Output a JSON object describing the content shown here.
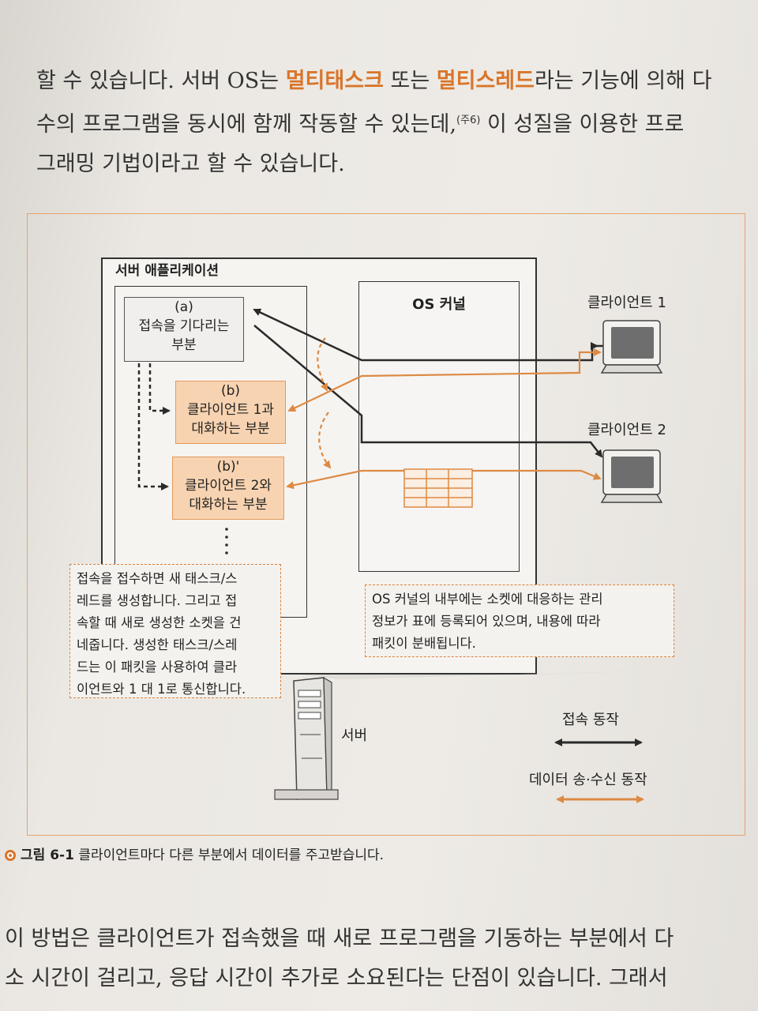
{
  "paragraph_top": {
    "line1_a": "할 수 있습니다. 서버 OS는 ",
    "line1_hl1": "멀티태스크",
    "line1_b": " 또는 ",
    "line1_hl2": "멀티스레드",
    "line1_c": "라는 기능에 의해 다",
    "line2_a": "수의 프로그램을 동시에 함께 작동할 수 있는데,",
    "line2_sup": "(주6)",
    "line2_b": " 이 성질을 이용한 프로",
    "line3": "그래밍 기법이라고 할 수 있습니다."
  },
  "figure": {
    "server_app_label": "서버 애플리케이션",
    "os_kernel_label": "OS 커널",
    "wait_box": {
      "tag": "(a)",
      "line1": "접속을 기다리는",
      "line2": "부분"
    },
    "client1_box": {
      "tag": "(b)",
      "line1": "클라이언트 1과",
      "line2": "대화하는 부분"
    },
    "client2_box": {
      "tag": "(b)'",
      "line1": "클라이언트 2와",
      "line2": "대화하는 부분"
    },
    "client1_label": "클라이언트 1",
    "client2_label": "클라이언트 2",
    "server_label": "서버",
    "note_left": [
      "접속을 접수하면 새 태스크/스",
      "레드를 생성합니다. 그리고 접",
      "속할 때 새로 생성한 소켓을 건",
      "네줍니다. 생성한 태스크/스레",
      "드는 이 패킷을 사용하여 클라",
      "이언트와 1 대 1로 통신합니다."
    ],
    "note_right": [
      "OS 커널의 내부에는 소켓에 대응하는 관리",
      "정보가 표에 등록되어 있으며, 내용에 따라",
      "패킷이 분배됩니다."
    ],
    "legend": {
      "connect": "접속 동작",
      "data": "데이터 송·수신 동작"
    },
    "colors": {
      "connect": "#2a2a2a",
      "data": "#dd8a44",
      "box_fill": "#f7d3b1"
    }
  },
  "caption": {
    "number": "그림 6-1",
    "text": " 클라이언트마다 다른 부분에서 데이터를 주고받습니다."
  },
  "paragraph_bottom": {
    "line1": "이 방법은 클라이언트가 접속했을 때 새로 프로그램을 기동하는 부분에서 다",
    "line2": "소 시간이 걸리고, 응답 시간이 추가로 소요된다는 단점이 있습니다. 그래서"
  }
}
